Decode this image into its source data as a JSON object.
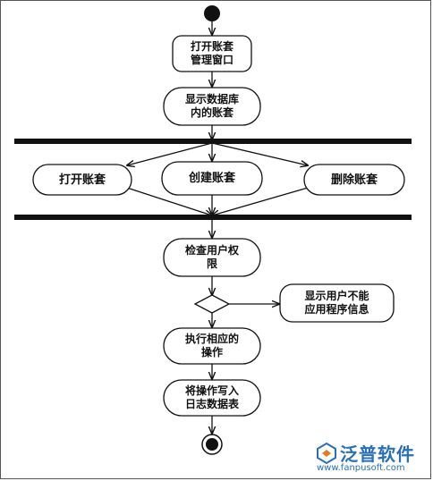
{
  "nodes": {
    "open_account_manager": "打开账套\n管理窗口",
    "show_db_accounts": "显示数据库\n内的账套",
    "open_account": "打开账套",
    "create_account": "创建账套",
    "delete_account": "删除账套",
    "check_permission": "检查用户权\n限",
    "show_no_access": "显示用户不能\n应用程序信息",
    "execute_operation": "执行相应的\n操作",
    "write_log": "将操作写入\n日志数据表"
  },
  "watermark": {
    "name": "泛普软件",
    "url": "www.fanpusoft.com",
    "brand_color": "#2a6fb8"
  },
  "colors": {
    "line": "#111111",
    "fill": "#ffffff"
  }
}
